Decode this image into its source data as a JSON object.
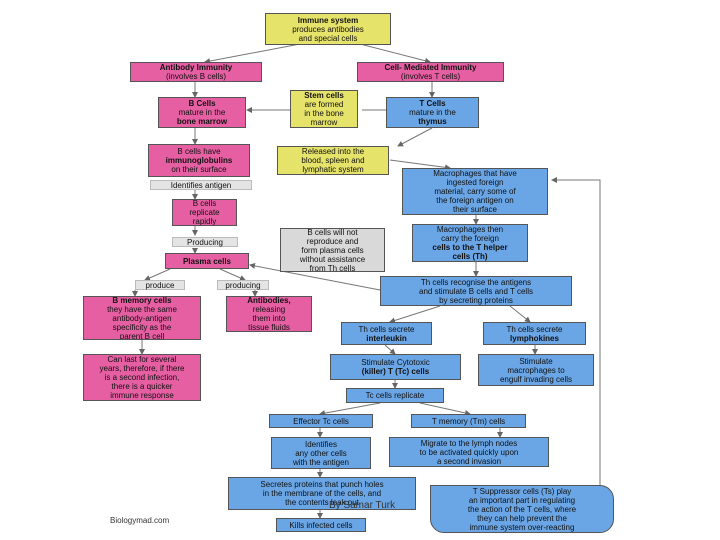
{
  "boxes": {
    "immune": [
      "Immune system",
      "produces antibodies",
      "and special cells"
    ],
    "antibody_immunity": [
      "Antibody Immunity",
      "(involves B cells)"
    ],
    "cell_mediated": [
      "Cell- Mediated Immunity",
      "(involves T cells)"
    ],
    "b_cells": [
      "B Cells",
      "mature in the",
      "bone marrow"
    ],
    "stem_cells": [
      "Stem cells",
      "are formed",
      "in the bone",
      "marrow"
    ],
    "t_cells": [
      "T Cells",
      "mature in the",
      "thymus"
    ],
    "b_immuno": [
      "B cells have",
      "immunoglobulins",
      "on their surface"
    ],
    "released": [
      "Released into the",
      "blood, spleen and",
      "lymphatic system"
    ],
    "macro_ingested": [
      "Macrophages that have",
      "ingested foreign",
      "material, carry some of",
      "the foreign antigen on",
      "their surface"
    ],
    "b_replicate": [
      "B cells",
      "replicate",
      "rapidly"
    ],
    "b_not_reproduce": [
      "B cells will not",
      "reproduce and",
      "form plasma cells",
      "without assistance",
      "from Th cells"
    ],
    "macro_carry": [
      "Macrophages then",
      "carry the foreign",
      "cells to the T helper",
      "cells (Th)"
    ],
    "plasma_cells": [
      "Plasma cells"
    ],
    "th_recognise": [
      "Th cells recognise the antigens",
      "and stimulate B cells and T cells",
      "by secreting proteins"
    ],
    "b_memory": [
      "B memory cells",
      "they have the same",
      "antibody-antigen",
      "specificity as the",
      "parent B cell"
    ],
    "antibodies": [
      "Antibodies,",
      "releasing",
      "them into",
      "tissue fluids"
    ],
    "th_interleukin": [
      "Th cells secrete",
      "interleukin"
    ],
    "th_lymphokines": [
      "Th cells secrete",
      "lymphokines"
    ],
    "last_years": [
      "Can last for several",
      "years, therefore, if there",
      "is a second infection,",
      "there is a quicker",
      "immune response"
    ],
    "stimulate_tc": [
      "Stimulate Cytotoxic",
      "(killer) T (Tc) cells"
    ],
    "stimulate_macro": [
      "Stimulate",
      "macrophages to",
      "engulf invading cells"
    ],
    "tc_replicate": [
      "Tc cells replicate"
    ],
    "effector_tc": [
      "Effector Tc cells"
    ],
    "t_memory": [
      "T memory (Tm) cells"
    ],
    "identifies": [
      "Identifies",
      "any other cells",
      "with the antigen"
    ],
    "migrate": [
      "Migrate to the lymph nodes",
      "to be activated quickly upon",
      "a second invasion"
    ],
    "secretes": [
      "Secretes proteins that punch holes",
      "in the membrane of the cells, and",
      "the contents leak out"
    ],
    "suppressor": [
      "T Suppressor cells (Ts) play",
      "an important part in regulating",
      "the action of the T cells, where",
      "they can help prevent the",
      "immune system over-reacting"
    ],
    "kills": [
      "Kills infected cells"
    ]
  },
  "labels": {
    "identifies_antigen": "Identifies antigen",
    "producing": "Producing",
    "produce": "produce",
    "producing2": "producing"
  },
  "credit": "Biologymad.com",
  "author": "By Samar Turk"
}
